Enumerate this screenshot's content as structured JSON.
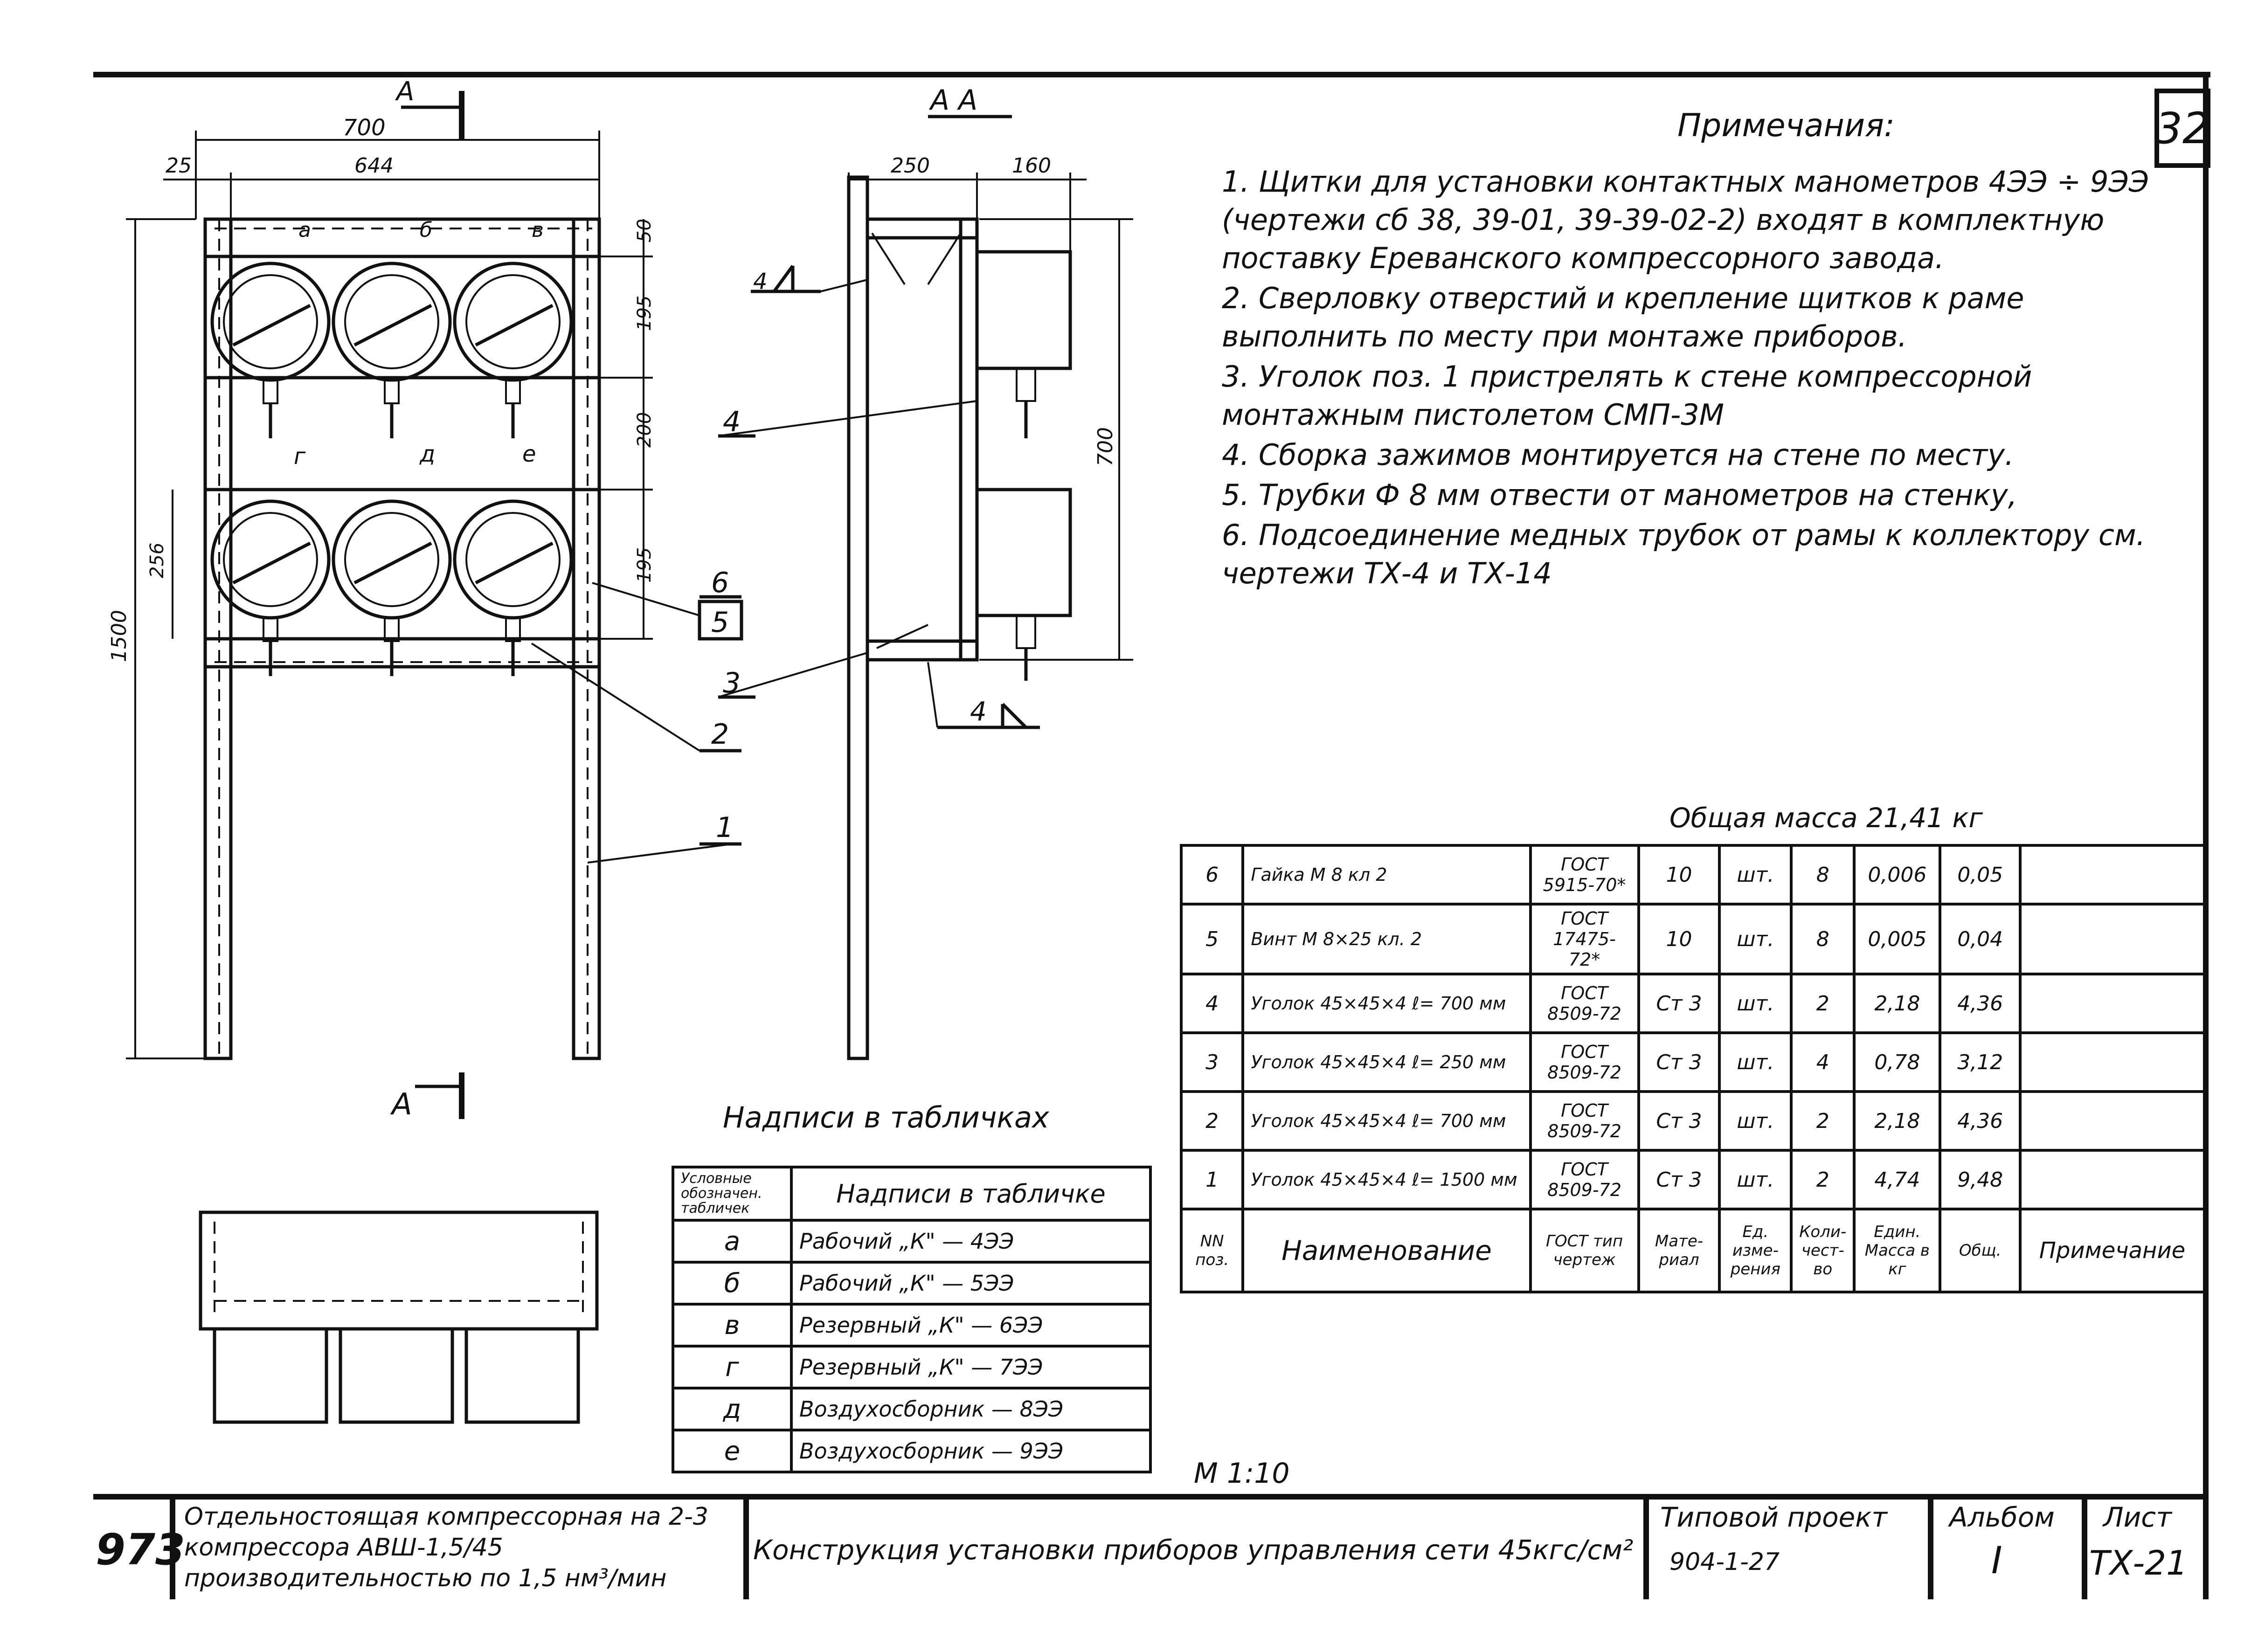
{
  "sheet_number": "32",
  "view_section_label": "А А",
  "cut_labels": {
    "top": "А",
    "bottom": "А"
  },
  "dimensions": {
    "width_total": "700",
    "side_offset": "25",
    "panel_width": "644",
    "top_50": "50",
    "row_195_a": "195",
    "row_200": "200",
    "row_195_b": "195",
    "panel_256": "256",
    "height_1500": "1500",
    "section_250": "250",
    "section_160": "160",
    "section_700": "700"
  },
  "gauge_letters": {
    "top": [
      "а",
      "б",
      "в"
    ],
    "bottom": [
      "г",
      "д",
      "е"
    ]
  },
  "callouts": {
    "c1": "1",
    "c2": "2",
    "c3": "3",
    "c4": "4",
    "c5": "5",
    "c6": "6",
    "weld_top": "4",
    "weld_bottom": "4"
  },
  "scale": "М 1:10",
  "notes": {
    "title": "Примечания:",
    "items": [
      "1. Щитки для установки контактных манометров 4ЭЭ ÷ 9ЭЭ (чертежи сб 38, 39-01, 39-39-02-2) входят в комплектную поставку Ереванского компрессорного завода.",
      "2. Сверловку отверстий и крепление щитков к раме выполнить по месту при монтаже приборов.",
      "3. Уголок поз. 1 пристрелять к стене компрессорной монтажным пистолетом СМП-3М",
      "4. Сборка зажимов монтируется на стене по месту.",
      "5. Трубки Ф 8 мм отвести от манометров на стенку,",
      "6. Подсоединение медных трубок от рамы к коллектору см. чертежи ТХ-4 и ТХ-14"
    ]
  },
  "plates": {
    "title": "Надписи в табличках",
    "headers": [
      "Условные обозначен. табличек",
      "Надписи в табличке"
    ],
    "rows": [
      [
        "а",
        "Рабочий „К\" — 4ЭЭ"
      ],
      [
        "б",
        "Рабочий „К\" — 5ЭЭ"
      ],
      [
        "в",
        "Резервный „К\" — 6ЭЭ"
      ],
      [
        "г",
        "Резервный „К\" — 7ЭЭ"
      ],
      [
        "д",
        "Воздухосборник — 8ЭЭ"
      ],
      [
        "е",
        "Воздухосборник — 9ЭЭ"
      ]
    ]
  },
  "spec": {
    "mass_label": "Общая масса 21,41 кг",
    "rows": [
      [
        "6",
        "Гайка М 8 кл 2",
        "ГОСТ 5915-70*",
        "10",
        "шт.",
        "8",
        "0,006",
        "0,05",
        ""
      ],
      [
        "5",
        "Винт М 8×25 кл. 2",
        "ГОСТ 17475-72*",
        "10",
        "шт.",
        "8",
        "0,005",
        "0,04",
        ""
      ],
      [
        "4",
        "Уголок 45×45×4 ℓ= 700 мм",
        "ГОСТ 8509-72",
        "Ст 3",
        "шт.",
        "2",
        "2,18",
        "4,36",
        ""
      ],
      [
        "3",
        "Уголок 45×45×4 ℓ= 250 мм",
        "ГОСТ 8509-72",
        "Ст 3",
        "шт.",
        "4",
        "0,78",
        "3,12",
        ""
      ],
      [
        "2",
        "Уголок 45×45×4 ℓ= 700 мм",
        "ГОСТ 8509-72",
        "Ст 3",
        "шт.",
        "2",
        "2,18",
        "4,36",
        ""
      ],
      [
        "1",
        "Уголок 45×45×4 ℓ= 1500 мм",
        "ГОСТ 8509-72",
        "Ст 3",
        "шт.",
        "2",
        "4,74",
        "9,48",
        ""
      ]
    ],
    "headers": {
      "pos": "NN поз.",
      "name": "Наименование",
      "gost": "ГОСТ тип чертеж",
      "material": "Мате-риал",
      "unit": "Ед. изме-рения",
      "qty": "Коли-чест-во",
      "unit_mass": "Един.",
      "total_mass": "Общ.",
      "mass": "Масса в кг",
      "note": "Примечание"
    }
  },
  "title_block": {
    "code": "973",
    "object": "Отдельностоящая компрессорная на 2-3 компрессора АВШ-1,5/45 производительностью по 1,5 нм³/мин",
    "drawing": "Конструкция установки приборов управления сети 45кгс/см²",
    "project_label": "Типовой проект",
    "project_number": "904-1-27",
    "album_label": "Альбом",
    "album_value": "I",
    "sheet_label": "Лист",
    "sheet_value": "ТХ-21"
  }
}
